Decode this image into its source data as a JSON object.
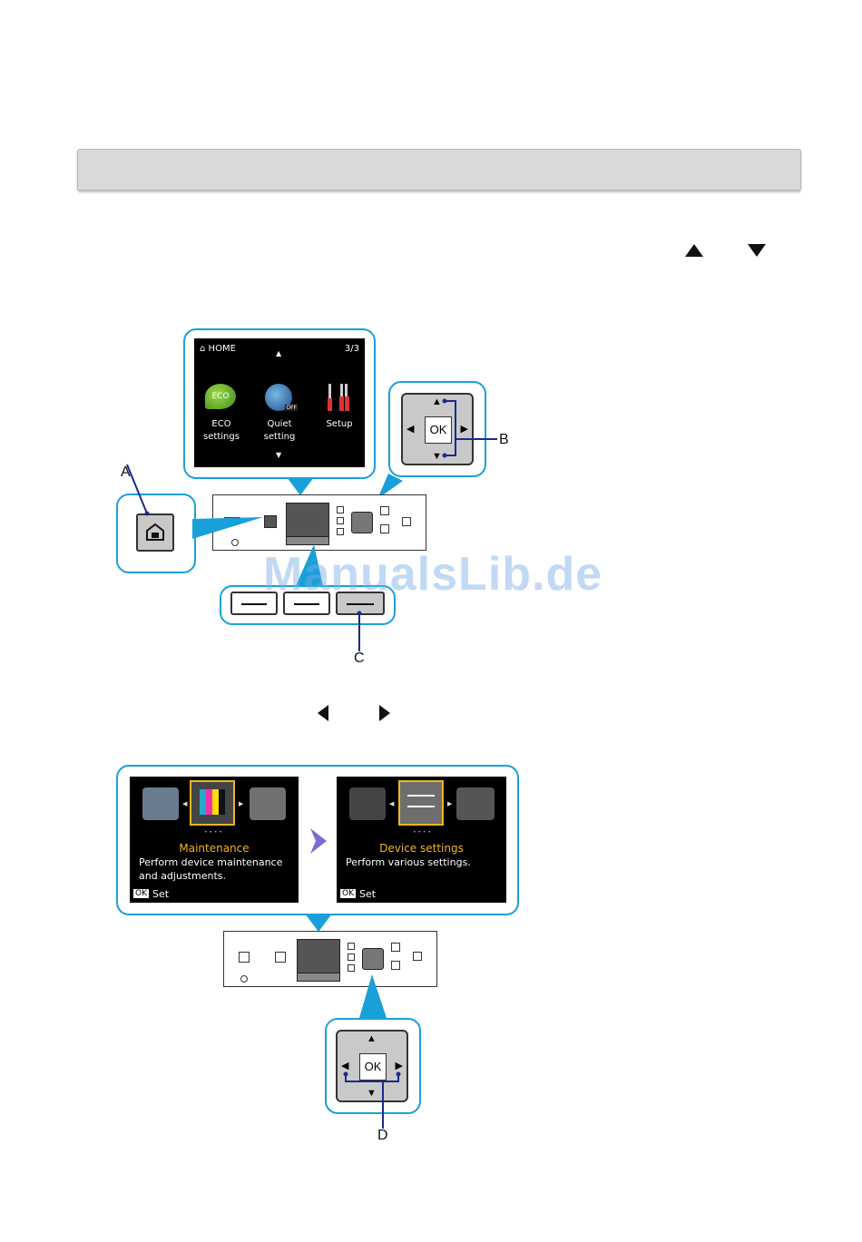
{
  "section_bar": {
    "text": ""
  },
  "figure1": {
    "lcd": {
      "home_label": "HOME",
      "page_indicator": "3/3",
      "items": [
        {
          "icon": "eco-leaf-icon",
          "label_line1": "ECO",
          "label_line2": "settings",
          "badge": "ECO"
        },
        {
          "icon": "quiet-setting-icon",
          "label_line1": "Quiet",
          "label_line2": "setting",
          "badge": "OFF"
        },
        {
          "icon": "setup-tools-icon",
          "label_line1": "Setup",
          "label_line2": ""
        }
      ]
    },
    "ok_label": "OK",
    "callouts": {
      "a": "A",
      "b": "B",
      "c": "C"
    }
  },
  "watermark": "ManualsLib.de",
  "figure2": {
    "screen_left": {
      "title": "Maintenance",
      "desc_line1": "Perform device maintenance",
      "desc_line2": "and adjustments.",
      "ok_badge": "OK",
      "set_label": "Set"
    },
    "screen_right": {
      "title": "Device settings",
      "desc_line1": "Perform various settings.",
      "ok_badge": "OK",
      "set_label": "Set"
    },
    "ok_label": "OK",
    "callouts": {
      "d": "D"
    }
  },
  "colors": {
    "callout_blue": "#1aa0d8",
    "title_yellow": "#f2b41f",
    "nav_purple": "#7d6bd1"
  }
}
